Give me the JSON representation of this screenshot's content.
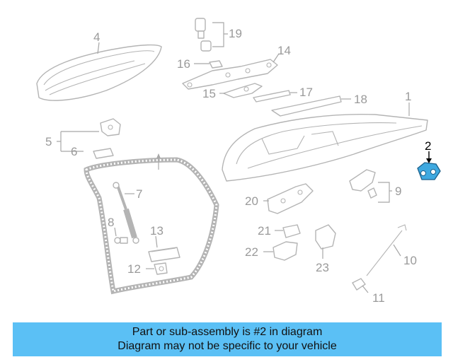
{
  "callouts": {
    "c1": "1",
    "c2": "2",
    "c4": "4",
    "c5": "5",
    "c6": "6",
    "c7": "7",
    "c8": "8",
    "c9": "9",
    "c10": "10",
    "c11": "11",
    "c12": "12",
    "c13": "13",
    "c14": "14",
    "c15": "15",
    "c16": "16",
    "c17": "17",
    "c18": "18",
    "c19": "19",
    "c20": "20",
    "c21": "21",
    "c22": "22",
    "c23": "23"
  },
  "highlighted_part": "2",
  "colors": {
    "banner": "#5bc0f5",
    "highlight_part": "#3fa9e0",
    "line_art": "#b4b4b4"
  },
  "banner": {
    "line1": "Part or sub-assembly is #2 in diagram",
    "line2": "Diagram may not be specific to your vehicle"
  }
}
